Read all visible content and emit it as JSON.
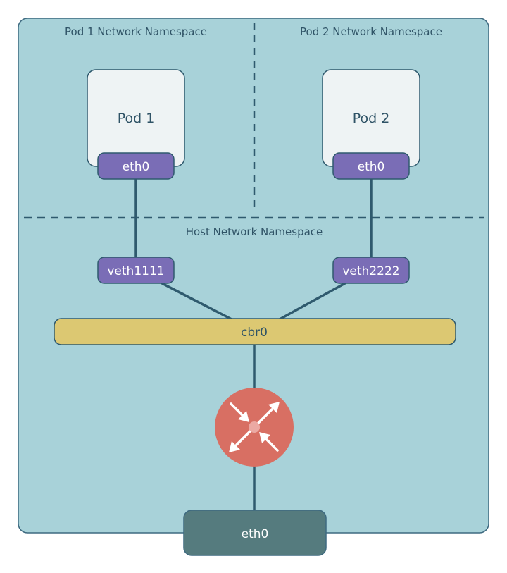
{
  "namespaces": {
    "pod1": "Pod 1 Network Namespace",
    "pod2": "Pod 2 Network Namespace",
    "host": "Host Network Namespace"
  },
  "pods": [
    {
      "label": "Pod 1",
      "interface": "eth0"
    },
    {
      "label": "Pod 2",
      "interface": "eth0"
    }
  ],
  "veths": [
    "veth1111",
    "veth2222"
  ],
  "bridge": {
    "label": "cbr0"
  },
  "router": {
    "icon": "router-icon"
  },
  "host_interface": {
    "label": "eth0"
  },
  "colors": {
    "host_bg": "#a8d2d9",
    "border": "#3e6a80",
    "pod_bg": "#eef3f4",
    "interface": "#7a6db6",
    "bridge": "#dcc872",
    "router": "#d86f63",
    "router_center": "#eba9a3",
    "host_eth": "#557b7e"
  }
}
